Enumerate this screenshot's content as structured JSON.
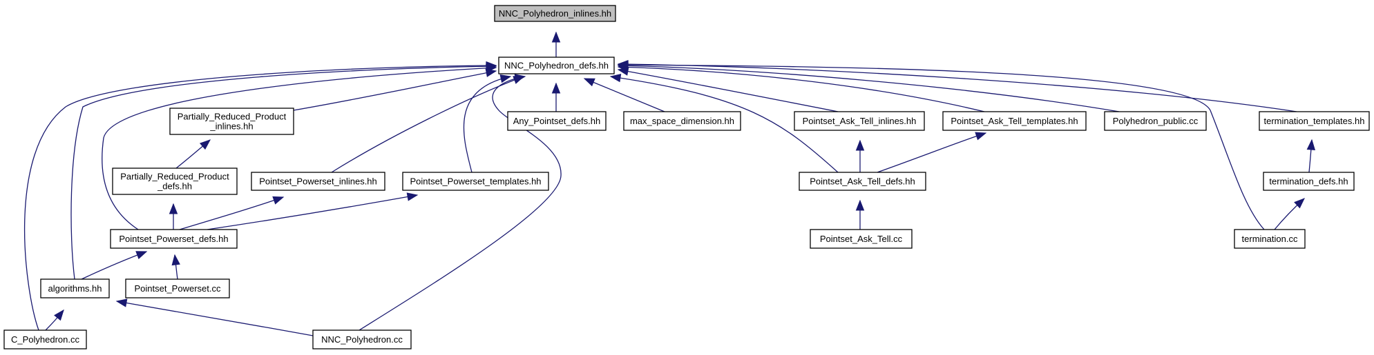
{
  "diagram": {
    "nodes": [
      {
        "id": "nnc_inlines",
        "label": [
          "NNC_Polyhedron_inlines.hh"
        ],
        "root": true
      },
      {
        "id": "nnc_defs",
        "label": [
          "NNC_Polyhedron_defs.hh"
        ]
      },
      {
        "id": "prp_inlines",
        "label": [
          "Partially_Reduced_Product",
          "_inlines.hh"
        ]
      },
      {
        "id": "any_pointset",
        "label": [
          "Any_Pointset_defs.hh"
        ]
      },
      {
        "id": "max_space",
        "label": [
          "max_space_dimension.hh"
        ]
      },
      {
        "id": "pat_inlines",
        "label": [
          "Pointset_Ask_Tell_inlines.hh"
        ]
      },
      {
        "id": "pat_templates",
        "label": [
          "Pointset_Ask_Tell_templates.hh"
        ]
      },
      {
        "id": "poly_public",
        "label": [
          "Polyhedron_public.cc"
        ]
      },
      {
        "id": "term_templates",
        "label": [
          "termination_templates.hh"
        ]
      },
      {
        "id": "prp_defs",
        "label": [
          "Partially_Reduced_Product",
          "_defs.hh"
        ]
      },
      {
        "id": "pps_inlines",
        "label": [
          "Pointset_Powerset_inlines.hh"
        ]
      },
      {
        "id": "pps_templates",
        "label": [
          "Pointset_Powerset_templates.hh"
        ]
      },
      {
        "id": "pat_defs",
        "label": [
          "Pointset_Ask_Tell_defs.hh"
        ]
      },
      {
        "id": "term_defs",
        "label": [
          "termination_defs.hh"
        ]
      },
      {
        "id": "pps_defs",
        "label": [
          "Pointset_Powerset_defs.hh"
        ]
      },
      {
        "id": "pat_cc",
        "label": [
          "Pointset_Ask_Tell.cc"
        ]
      },
      {
        "id": "term_cc",
        "label": [
          "termination.cc"
        ]
      },
      {
        "id": "algorithms",
        "label": [
          "algorithms.hh"
        ]
      },
      {
        "id": "pps_cc",
        "label": [
          "Pointset_Powerset.cc"
        ]
      },
      {
        "id": "c_poly",
        "label": [
          "C_Polyhedron.cc"
        ]
      },
      {
        "id": "nnc_cc",
        "label": [
          "NNC_Polyhedron.cc"
        ]
      }
    ],
    "edges": [
      {
        "from": "nnc_defs",
        "to": "nnc_inlines"
      },
      {
        "from": "prp_inlines",
        "to": "nnc_defs"
      },
      {
        "from": "pps_defs",
        "to": "nnc_defs"
      },
      {
        "from": "algorithms",
        "to": "nnc_defs"
      },
      {
        "from": "c_poly",
        "to": "nnc_defs"
      },
      {
        "from": "pps_inlines",
        "to": "nnc_defs"
      },
      {
        "from": "pps_templates",
        "to": "nnc_defs"
      },
      {
        "from": "nnc_cc",
        "to": "nnc_defs"
      },
      {
        "from": "any_pointset",
        "to": "nnc_defs"
      },
      {
        "from": "max_space",
        "to": "nnc_defs"
      },
      {
        "from": "pat_defs",
        "to": "nnc_defs"
      },
      {
        "from": "pat_inlines",
        "to": "nnc_defs"
      },
      {
        "from": "pat_templates",
        "to": "nnc_defs"
      },
      {
        "from": "poly_public",
        "to": "nnc_defs"
      },
      {
        "from": "term_cc",
        "to": "nnc_defs"
      },
      {
        "from": "term_templates",
        "to": "nnc_defs"
      },
      {
        "from": "prp_defs",
        "to": "prp_inlines"
      },
      {
        "from": "pps_defs",
        "to": "prp_defs"
      },
      {
        "from": "pps_defs",
        "to": "pps_inlines"
      },
      {
        "from": "pps_defs",
        "to": "pps_templates"
      },
      {
        "from": "algorithms",
        "to": "pps_defs"
      },
      {
        "from": "pps_cc",
        "to": "pps_defs"
      },
      {
        "from": "c_poly",
        "to": "algorithms"
      },
      {
        "from": "nnc_cc",
        "to": "algorithms"
      },
      {
        "from": "pat_defs",
        "to": "pat_inlines"
      },
      {
        "from": "pat_defs",
        "to": "pat_templates"
      },
      {
        "from": "pat_cc",
        "to": "pat_defs"
      },
      {
        "from": "term_defs",
        "to": "term_templates"
      },
      {
        "from": "term_cc",
        "to": "term_defs"
      }
    ]
  }
}
